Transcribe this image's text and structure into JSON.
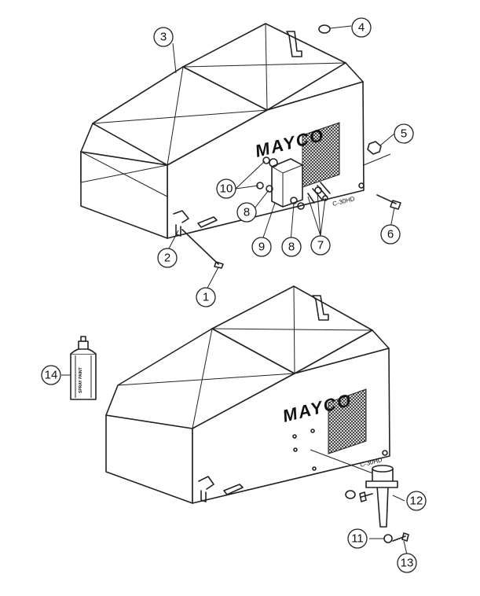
{
  "top_assembly": {
    "logo": "MAYCO",
    "model": "C-30HD",
    "callouts": [
      "1",
      "2",
      "3",
      "4",
      "5",
      "6",
      "7",
      "8",
      "8",
      "9",
      "10"
    ]
  },
  "bottom_assembly": {
    "logo": "MAYCO",
    "model": "C-30HD",
    "callouts": [
      "11",
      "12",
      "13",
      "14"
    ]
  },
  "spray_can_label": "SPRAY PAINT"
}
